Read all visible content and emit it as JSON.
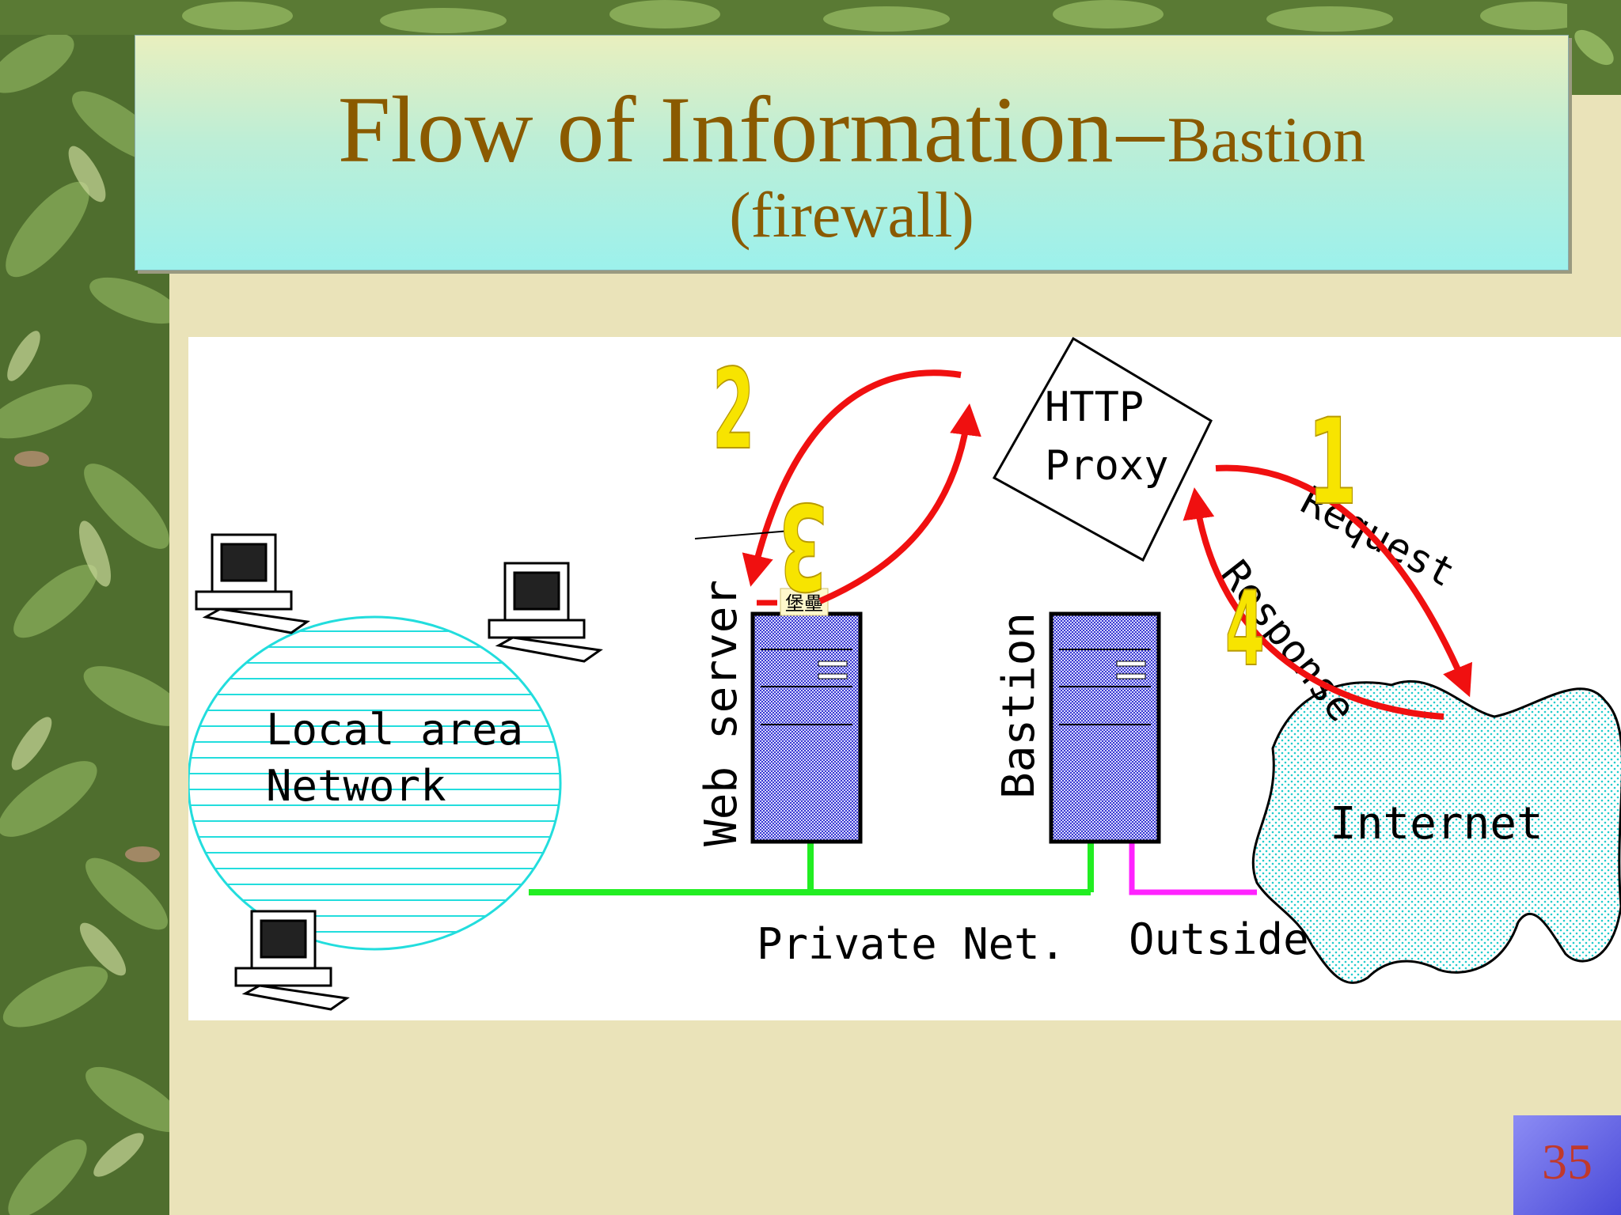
{
  "slide": {
    "title": "Flow of Information",
    "title_dash": "–",
    "title_suffix": "Bastion",
    "title_line2": "(firewall)",
    "page_number": "35"
  },
  "diagram": {
    "lan_label_line1": "Local area",
    "lan_label_line2": "Network",
    "web_server_label": "Web server",
    "bastion_label": "Bastion",
    "proxy_line1": "HTTP",
    "proxy_line2": "Proxy",
    "request_label": "Request",
    "response_label": "Response",
    "internet_label": "Internet",
    "private_net_label": "Private Net.",
    "outside_label": "Outside",
    "tag_label": "堡壘",
    "step_1": "1",
    "step_2": "2",
    "step_3": "3",
    "step_4": "4",
    "colors": {
      "arrow": "#f01010",
      "private_net": "#22ee22",
      "outside": "#ff22ff",
      "lan": "#22dddd",
      "step_number": "#f7e400",
      "title_text": "#8a5a00",
      "page_number": "#c0392b"
    }
  }
}
